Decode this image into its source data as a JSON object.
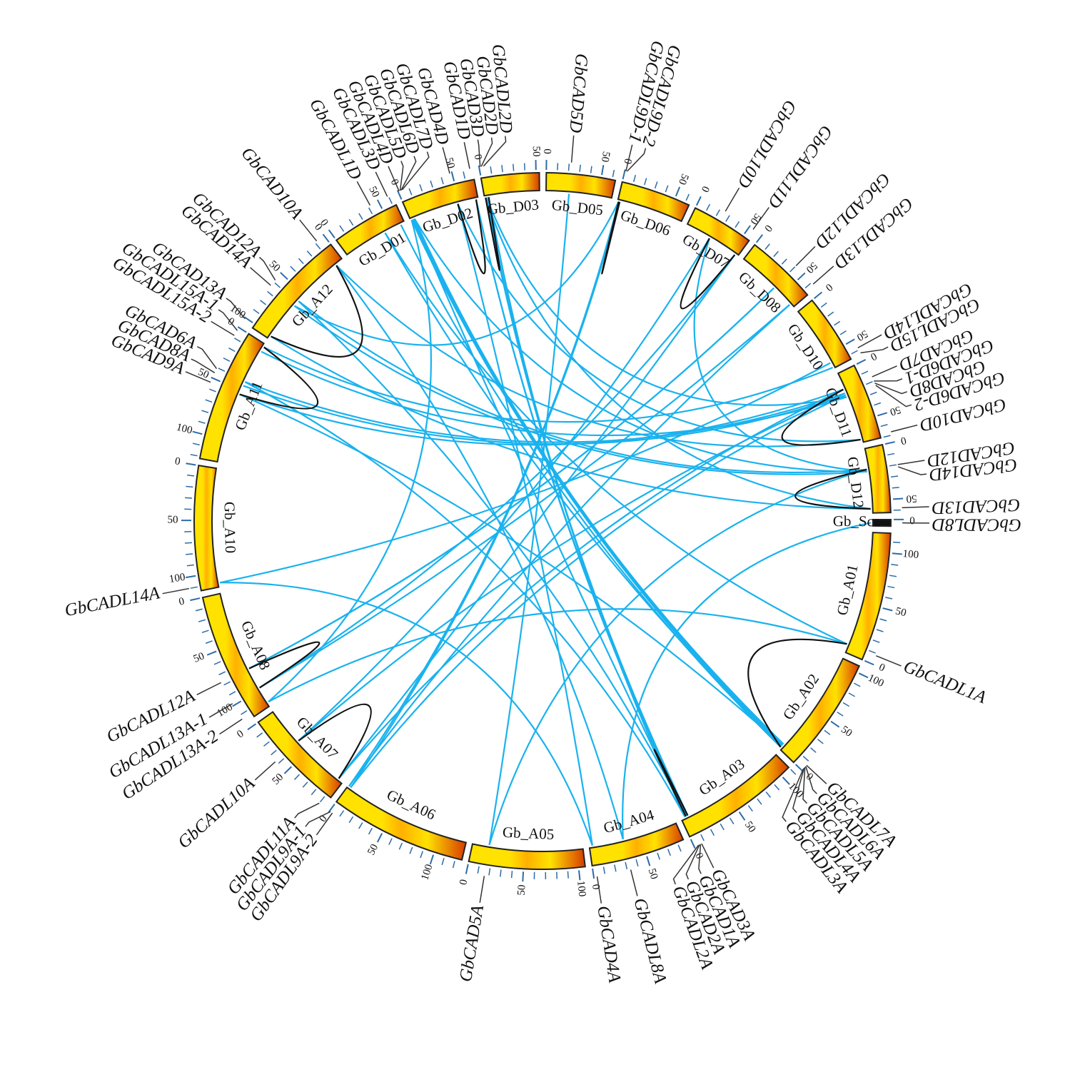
{
  "colors": {
    "segmental_duplication": "#1ab2ee",
    "tandem_duplication": "#111111",
    "tick": "#2b6ca8",
    "chromosome_outline": "#222222",
    "gene_leader": "#333333",
    "heat_low": "#ffe200",
    "heat_mid": "#ffb000",
    "heat_high": "#d63b00"
  },
  "chromosomes": [
    {
      "name": "Gb_A01",
      "length": 118,
      "ticks": [
        "0",
        "50",
        "100"
      ]
    },
    {
      "name": "Gb_A02",
      "length": 106,
      "ticks": [
        "0",
        "50",
        "100"
      ]
    },
    {
      "name": "Gb_A03",
      "length": 110,
      "ticks": [
        "0",
        "50",
        "100"
      ]
    },
    {
      "name": "Gb_A04",
      "length": 86,
      "ticks": [
        "0",
        "50"
      ]
    },
    {
      "name": "Gb_A05",
      "length": 106,
      "ticks": [
        "0",
        "50",
        "100"
      ]
    },
    {
      "name": "Gb_A06",
      "length": 126,
      "ticks": [
        "0",
        "50",
        "100"
      ]
    },
    {
      "name": "Gb_A07",
      "length": 95,
      "ticks": [
        "0",
        "50"
      ]
    },
    {
      "name": "Gb_A08",
      "length": 118,
      "ticks": [
        "0",
        "50",
        "100"
      ]
    },
    {
      "name": "Gb_A10",
      "length": 114,
      "ticks": [
        "0",
        "50",
        "100"
      ]
    },
    {
      "name": "Gb_A11",
      "length": 122,
      "ticks": [
        "0",
        "50",
        "100"
      ]
    },
    {
      "name": "Gb_A12",
      "length": 104,
      "ticks": [
        "0",
        "50",
        "100"
      ]
    },
    {
      "name": "Gb_D01",
      "length": 63,
      "ticks": [
        "0",
        "50"
      ]
    },
    {
      "name": "Gb_D02",
      "length": 68,
      "ticks": [
        "0",
        "50"
      ]
    },
    {
      "name": "Gb_D03",
      "length": 53,
      "ticks": [
        "0",
        "50"
      ]
    },
    {
      "name": "Gb_D05",
      "length": 63,
      "ticks": [
        "0",
        "50"
      ]
    },
    {
      "name": "Gb_D06",
      "length": 64,
      "ticks": [
        "0",
        "50"
      ]
    },
    {
      "name": "Gb_D07",
      "length": 57,
      "ticks": [
        "0",
        "50"
      ]
    },
    {
      "name": "Gb_D08",
      "length": 66,
      "ticks": [
        "0",
        "50"
      ]
    },
    {
      "name": "Gb_D10",
      "length": 64,
      "ticks": [
        "0",
        "50"
      ]
    },
    {
      "name": "Gb_D11",
      "length": 70,
      "ticks": [
        "0",
        "50"
      ]
    },
    {
      "name": "Gb_D12",
      "length": 62,
      "ticks": [
        "0",
        "50"
      ]
    },
    {
      "name": "Gb_Sca",
      "length": 6,
      "ticks": [
        "0"
      ]
    }
  ],
  "genes": [
    {
      "name": "GbCADL1A",
      "chr": "Gb_A01",
      "pos": 8
    },
    {
      "name": "GbCADL3A",
      "chr": "Gb_A02",
      "pos": 2
    },
    {
      "name": "GbCADL4A",
      "chr": "Gb_A02",
      "pos": 3
    },
    {
      "name": "GbCADL5A",
      "chr": "Gb_A02",
      "pos": 4
    },
    {
      "name": "GbCADL6A",
      "chr": "Gb_A02",
      "pos": 5
    },
    {
      "name": "GbCADL7A",
      "chr": "Gb_A02",
      "pos": 6
    },
    {
      "name": "GbCADL2A",
      "chr": "Gb_A03",
      "pos": 4
    },
    {
      "name": "GbCAD2A",
      "chr": "Gb_A03",
      "pos": 5
    },
    {
      "name": "GbCAD1A",
      "chr": "Gb_A03",
      "pos": 6
    },
    {
      "name": "GbCAD3A",
      "chr": "Gb_A03",
      "pos": 7
    },
    {
      "name": "GbCAD4A",
      "chr": "Gb_A04",
      "pos": 3
    },
    {
      "name": "GbCADL8A",
      "chr": "Gb_A04",
      "pos": 33
    },
    {
      "name": "GbCAD5A",
      "chr": "Gb_A05",
      "pos": 16
    },
    {
      "name": "GbCADL9A-2",
      "chr": "Gb_A06",
      "pos": 3
    },
    {
      "name": "GbCADL9A-1",
      "chr": "Gb_A06",
      "pos": 1
    },
    {
      "name": "GbCADL10A",
      "chr": "Gb_A07",
      "pos": 37
    },
    {
      "name": "GbCADL11A",
      "chr": "Gb_A07",
      "pos": 90
    },
    {
      "name": "GbCADL12A",
      "chr": "Gb_A08",
      "pos": 77
    },
    {
      "name": "GbCADL13A-1",
      "chr": "Gb_A08",
      "pos": 98
    },
    {
      "name": "GbCADL13A-2",
      "chr": "Gb_A08",
      "pos": 114
    },
    {
      "name": "GbCADL14A",
      "chr": "Gb_A10",
      "pos": 110
    },
    {
      "name": "GbCADL15A-1",
      "chr": "Gb_A11",
      "pos": 3
    },
    {
      "name": "GbCADL15A-2",
      "chr": "Gb_A11",
      "pos": 8
    },
    {
      "name": "GbCAD6A",
      "chr": "Gb_A11",
      "pos": 41
    },
    {
      "name": "GbCAD8A",
      "chr": "Gb_A11",
      "pos": 45
    },
    {
      "name": "GbCAD9A",
      "chr": "Gb_A11",
      "pos": 54
    },
    {
      "name": "GbCAD10A",
      "chr": "Gb_A12",
      "pos": 8
    },
    {
      "name": "GbCAD12A",
      "chr": "Gb_A12",
      "pos": 58
    },
    {
      "name": "GbCAD14A",
      "chr": "Gb_A12",
      "pos": 64
    },
    {
      "name": "GbCAD13A",
      "chr": "Gb_A12",
      "pos": 101
    },
    {
      "name": "GbCADL1D",
      "chr": "Gb_D01",
      "pos": 42
    },
    {
      "name": "GbCADL3D",
      "chr": "Gb_D01",
      "pos": 59
    },
    {
      "name": "GbCADL4D",
      "chr": "Gb_D02",
      "pos": 1
    },
    {
      "name": "GbCADL5D",
      "chr": "Gb_D02",
      "pos": 2
    },
    {
      "name": "GbCADL6D",
      "chr": "Gb_D02",
      "pos": 3
    },
    {
      "name": "GbCADL7D",
      "chr": "Gb_D02",
      "pos": 4
    },
    {
      "name": "GbCAD4D",
      "chr": "Gb_D02",
      "pos": 48
    },
    {
      "name": "GbCAD1D",
      "chr": "Gb_D02",
      "pos": 66
    },
    {
      "name": "GbCAD3D",
      "chr": "Gb_D03",
      "pos": 1
    },
    {
      "name": "GbCAD2D",
      "chr": "Gb_D03",
      "pos": 2
    },
    {
      "name": "GbCADL2D",
      "chr": "Gb_D03",
      "pos": 4
    },
    {
      "name": "GbCAD5D",
      "chr": "Gb_D05",
      "pos": 22
    },
    {
      "name": "GbCADL9D-1",
      "chr": "Gb_D06",
      "pos": 1
    },
    {
      "name": "GbCADL9D-2",
      "chr": "Gb_D06",
      "pos": 2
    },
    {
      "name": "GbCADL10D",
      "chr": "Gb_D07",
      "pos": 25
    },
    {
      "name": "GbCADL11D",
      "chr": "Gb_D07",
      "pos": 54
    },
    {
      "name": "GbCADL12D",
      "chr": "Gb_D08",
      "pos": 40
    },
    {
      "name": "GbCADL13D",
      "chr": "Gb_D08",
      "pos": 62
    },
    {
      "name": "GbCADL14D",
      "chr": "Gb_D10",
      "pos": 58
    },
    {
      "name": "GbCADL15D",
      "chr": "Gb_D10",
      "pos": 63
    },
    {
      "name": "GbCAD7D",
      "chr": "Gb_D11",
      "pos": 16
    },
    {
      "name": "GbCAD6D-1",
      "chr": "Gb_D11",
      "pos": 20
    },
    {
      "name": "GbCAD8D",
      "chr": "Gb_D11",
      "pos": 22
    },
    {
      "name": "GbCAD6D-2",
      "chr": "Gb_D11",
      "pos": 24
    },
    {
      "name": "GbCAD10D",
      "chr": "Gb_D11",
      "pos": 67
    },
    {
      "name": "GbCAD12D",
      "chr": "Gb_D12",
      "pos": 20
    },
    {
      "name": "GbCAD14D",
      "chr": "Gb_D12",
      "pos": 22
    },
    {
      "name": "GbCAD13D",
      "chr": "Gb_D12",
      "pos": 58
    },
    {
      "name": "GbCADL8D",
      "chr": "Gb_Sca",
      "pos": 3
    }
  ],
  "links": [
    {
      "a": "GbCADL1A",
      "b": "GbCADL1D",
      "type": "segmental"
    },
    {
      "a": "GbCADL3A",
      "b": "GbCADL3D",
      "type": "segmental"
    },
    {
      "a": "GbCADL4A",
      "b": "GbCADL4D",
      "type": "segmental"
    },
    {
      "a": "GbCADL5A",
      "b": "GbCADL5D",
      "type": "segmental"
    },
    {
      "a": "GbCADL6A",
      "b": "GbCADL6D",
      "type": "segmental"
    },
    {
      "a": "GbCADL7A",
      "b": "GbCADL7D",
      "type": "segmental"
    },
    {
      "a": "GbCADL2A",
      "b": "GbCADL2D",
      "type": "segmental"
    },
    {
      "a": "GbCAD2A",
      "b": "GbCAD2D",
      "type": "segmental"
    },
    {
      "a": "GbCAD1A",
      "b": "GbCAD1D",
      "type": "segmental"
    },
    {
      "a": "GbCAD3A",
      "b": "GbCAD3D",
      "type": "segmental"
    },
    {
      "a": "GbCAD4A",
      "b": "GbCAD4D",
      "type": "segmental"
    },
    {
      "a": "GbCADL8A",
      "b": "GbCADL8D",
      "type": "segmental"
    },
    {
      "a": "GbCAD5A",
      "b": "GbCAD5D",
      "type": "segmental"
    },
    {
      "a": "GbCADL9A-1",
      "b": "GbCADL9D-1",
      "type": "segmental"
    },
    {
      "a": "GbCADL9A-2",
      "b": "GbCADL9D-2",
      "type": "segmental"
    },
    {
      "a": "GbCADL10A",
      "b": "GbCADL10D",
      "type": "segmental"
    },
    {
      "a": "GbCADL11A",
      "b": "GbCADL11D",
      "type": "segmental"
    },
    {
      "a": "GbCADL12A",
      "b": "GbCADL12D",
      "type": "segmental"
    },
    {
      "a": "GbCADL13A-1",
      "b": "GbCADL13D",
      "type": "segmental"
    },
    {
      "a": "GbCADL14A",
      "b": "GbCADL14D",
      "type": "segmental"
    },
    {
      "a": "GbCADL15A-1",
      "b": "GbCADL15D",
      "type": "segmental"
    },
    {
      "a": "GbCAD6A",
      "b": "GbCAD6D-1",
      "type": "segmental"
    },
    {
      "a": "GbCAD8A",
      "b": "GbCAD8D",
      "type": "segmental"
    },
    {
      "a": "GbCAD10A",
      "b": "GbCAD10D",
      "type": "segmental"
    },
    {
      "a": "GbCAD12A",
      "b": "GbCAD12D",
      "type": "segmental"
    },
    {
      "a": "GbCAD14A",
      "b": "GbCAD14D",
      "type": "segmental"
    },
    {
      "a": "GbCAD13A",
      "b": "GbCAD13D",
      "type": "segmental"
    },
    {
      "a": "GbCAD9A",
      "b": "GbCAD7D",
      "type": "segmental"
    },
    {
      "a": "GbCADL15A-2",
      "b": "GbCAD6D-2",
      "type": "segmental"
    },
    {
      "a": "GbCADL13A-2",
      "b": "GbCADL1A",
      "type": "segmental"
    },
    {
      "a": "GbCAD1A",
      "b": "GbCAD12A",
      "type": "segmental"
    },
    {
      "a": "GbCAD4D",
      "b": "GbCAD10D",
      "type": "segmental"
    },
    {
      "a": "GbCADL10D",
      "b": "GbCAD14D",
      "type": "segmental"
    },
    {
      "a": "GbCADL2A",
      "b": "GbCAD6A",
      "type": "segmental"
    },
    {
      "a": "GbCAD3D",
      "b": "GbCAD13D",
      "type": "segmental"
    },
    {
      "a": "GbCADL9A-2",
      "b": "GbCAD8D",
      "type": "segmental"
    },
    {
      "a": "GbCAD5A",
      "b": "GbCAD12D",
      "type": "segmental"
    },
    {
      "a": "GbCADL8A",
      "b": "GbCAD10A",
      "type": "segmental"
    },
    {
      "a": "GbCADL5A",
      "b": "GbCAD9A",
      "type": "segmental"
    },
    {
      "a": "GbCADL11A",
      "b": "GbCAD7D",
      "type": "segmental"
    },
    {
      "a": "GbCADL10A",
      "b": "GbCAD6D-1",
      "type": "segmental"
    },
    {
      "a": "GbCADL12A",
      "b": "GbCADL12D",
      "type": "segmental"
    },
    {
      "a": "GbCADL13A-1",
      "b": "GbCADL11D",
      "type": "segmental"
    },
    {
      "a": "GbCADL14A",
      "b": "GbCAD4A",
      "type": "segmental"
    },
    {
      "a": "GbCADL1D",
      "b": "GbCADL5A",
      "type": "segmental"
    },
    {
      "a": "GbCADL6D",
      "b": "GbCAD2A",
      "type": "segmental"
    },
    {
      "a": "GbCAD1D",
      "b": "GbCAD3A",
      "type": "segmental"
    },
    {
      "a": "GbCAD2D",
      "b": "GbCAD6D-2",
      "type": "segmental"
    },
    {
      "a": "GbCADL9D-1",
      "b": "GbCAD14A",
      "type": "segmental"
    },
    {
      "a": "GbCADL13D",
      "b": "GbCADL9A-1",
      "type": "segmental"
    },
    {
      "a": "GbCADL4D",
      "b": "GbCADL13A-2",
      "type": "segmental"
    },
    {
      "a": "GbCADL7D",
      "b": "GbCAD14D",
      "type": "segmental"
    },
    {
      "a": "GbCAD1D",
      "b": "GbCAD4D",
      "type": "tandem"
    },
    {
      "a": "GbCAD3D",
      "b": "GbCADL2D",
      "type": "tandem"
    },
    {
      "a": "GbCADL9D-1",
      "b": "GbCADL9D-2",
      "type": "tandem"
    },
    {
      "a": "GbCADL10D",
      "b": "GbCADL11D",
      "type": "tandem"
    },
    {
      "a": "GbCAD10D",
      "b": "GbCAD7D",
      "type": "tandem"
    },
    {
      "a": "GbCAD12D",
      "b": "GbCAD13D",
      "type": "tandem"
    },
    {
      "a": "GbCADL1A",
      "b": "GbCADL3A",
      "type": "tandem"
    },
    {
      "a": "GbCAD2A",
      "b": "GbCAD3A",
      "type": "tandem"
    },
    {
      "a": "GbCADL10A",
      "b": "GbCADL11A",
      "type": "tandem"
    },
    {
      "a": "GbCADL12A",
      "b": "GbCADL13A-1",
      "type": "tandem"
    },
    {
      "a": "GbCADL15A-1",
      "b": "GbCAD9A",
      "type": "tandem"
    },
    {
      "a": "GbCAD10A",
      "b": "GbCAD13A",
      "type": "tandem"
    }
  ]
}
